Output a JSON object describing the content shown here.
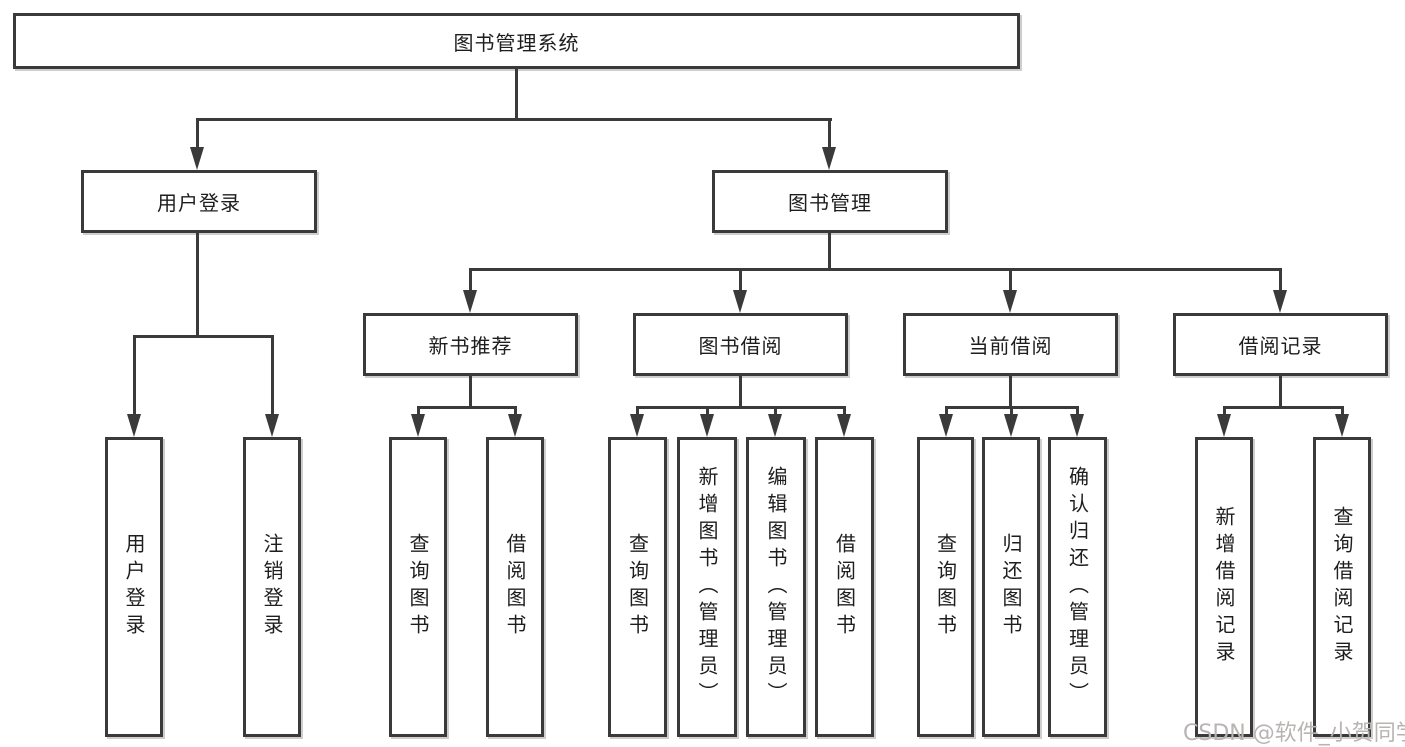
{
  "title": "图书管理系统",
  "watermark": "CSDN @软件_小贺同学",
  "colors": {
    "line": "#3a3a3a",
    "box_border": "#3a3a3a",
    "box_fill": "#ffffff",
    "text": "#1e1e1e",
    "watermark": "#b9b3b3",
    "background": "#ffffff"
  },
  "tree": {
    "label": "图书管理系统",
    "children": [
      {
        "label": "用户登录",
        "children": [
          {
            "label": "用户登录"
          },
          {
            "label": "注销登录"
          }
        ]
      },
      {
        "label": "图书管理",
        "children": [
          {
            "label": "新书推荐",
            "children": [
              {
                "label": "查询图书"
              },
              {
                "label": "借阅图书"
              }
            ]
          },
          {
            "label": "图书借阅",
            "children": [
              {
                "label": "查询图书"
              },
              {
                "label": "新增图书（管理员）"
              },
              {
                "label": "编辑图书（管理员）"
              },
              {
                "label": "借阅图书"
              }
            ]
          },
          {
            "label": "当前借阅",
            "children": [
              {
                "label": "查询图书"
              },
              {
                "label": "归还图书"
              },
              {
                "label": "确认归还（管理员）"
              }
            ]
          },
          {
            "label": "借阅记录",
            "children": [
              {
                "label": "新增借阅记录"
              },
              {
                "label": "查询借阅记录"
              }
            ]
          }
        ]
      }
    ]
  }
}
